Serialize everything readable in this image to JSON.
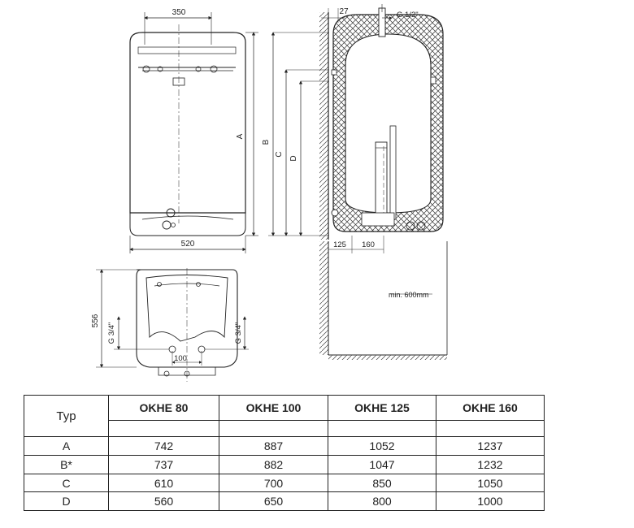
{
  "dimensions": {
    "width_top": "350",
    "width_front": "520",
    "label_a": "A",
    "label_b": "B",
    "label_c": "C",
    "label_d": "D",
    "wall_offset": "27",
    "top_thread": "G 1/2\"",
    "floor_125": "125",
    "floor_160": "160",
    "min_clearance": "min. 600mm",
    "depth": "556",
    "thread_left": "G 3/4\"",
    "thread_right": "G 3/4\"",
    "pipe_spacing": "100"
  },
  "table": {
    "type_header": "Typ",
    "models": [
      "OKHE 80",
      "OKHE 100",
      "OKHE 125",
      "OKHE 160"
    ],
    "rows": [
      {
        "label": "A",
        "values": [
          "742",
          "887",
          "1052",
          "1237"
        ]
      },
      {
        "label": "B*",
        "values": [
          "737",
          "882",
          "1047",
          "1232"
        ]
      },
      {
        "label": "C",
        "values": [
          "610",
          "700",
          "850",
          "1050"
        ]
      },
      {
        "label": "D",
        "values": [
          "560",
          "650",
          "800",
          "1000"
        ]
      }
    ]
  }
}
